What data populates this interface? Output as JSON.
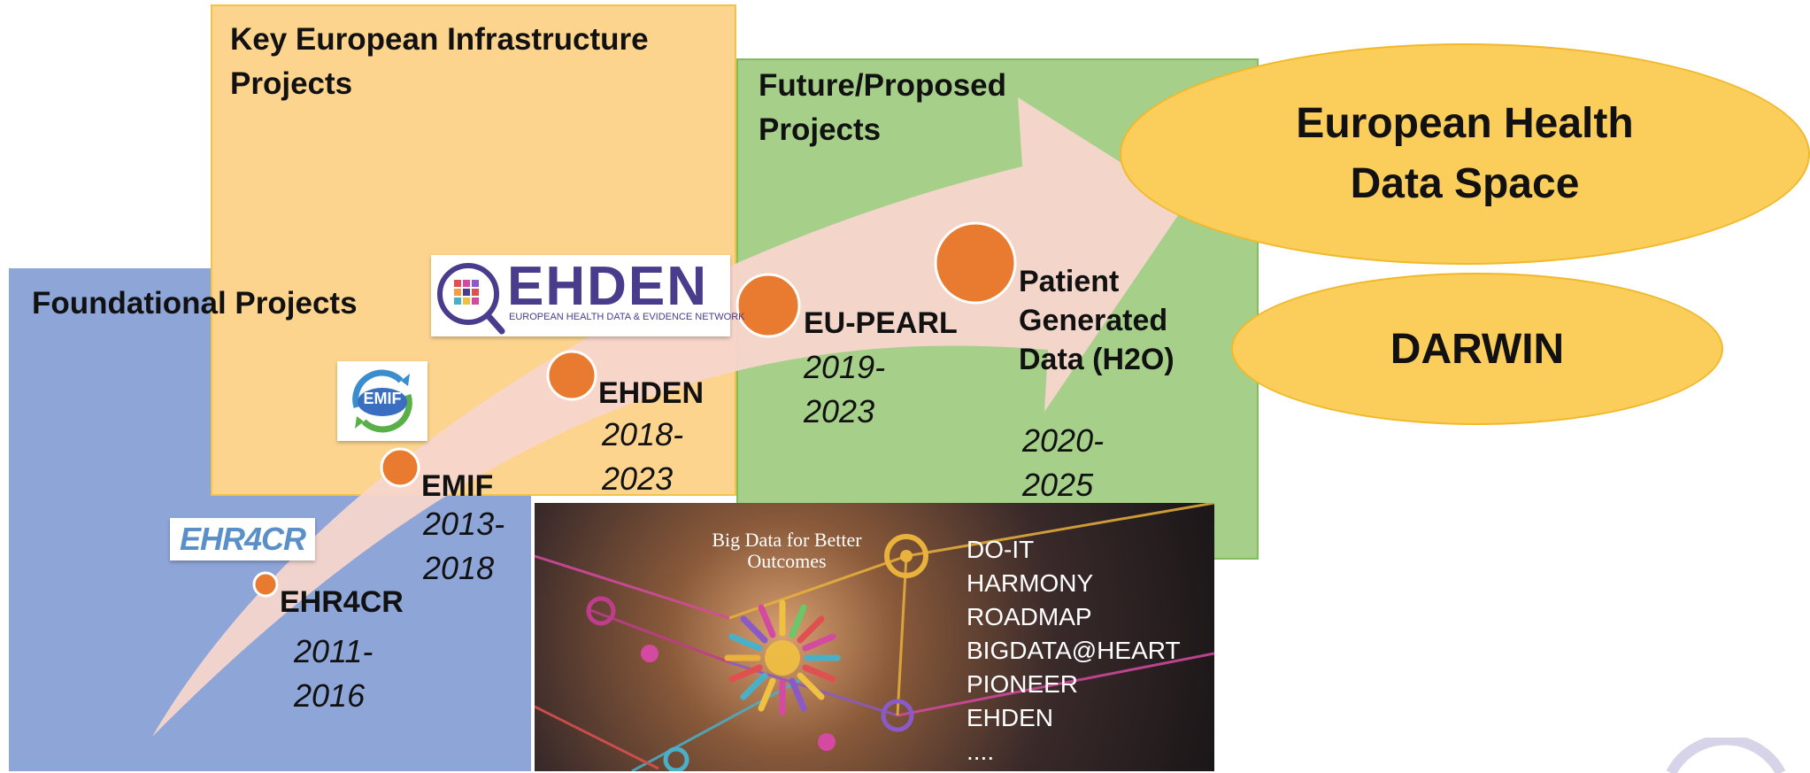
{
  "panels": {
    "foundational": "Foundational Projects",
    "infrastructure": "Key European Infrastructure Projects",
    "future": "Future/Proposed Projects"
  },
  "projects": [
    {
      "name": "EHR4CR",
      "years": "2011-2016"
    },
    {
      "name": "EMIF",
      "years": "2013-2018"
    },
    {
      "name": "EHDEN",
      "years": "2018-2023"
    },
    {
      "name": "EU-PEARL",
      "years": "2019-2023"
    },
    {
      "name": "Patient Generated Data (H2O)",
      "years": "2020-2025"
    }
  ],
  "targets": {
    "primary": "European Health Data Space",
    "secondary": "DARWIN"
  },
  "logos": {
    "ehr4cr": "EHR4CR",
    "emif": "EMIF",
    "ehden": "EHDEN",
    "ehden_tagline": "EUROPEAN HEALTH DATA & EVIDENCE NETWORK"
  },
  "big_data": {
    "heading": "Big Data for Better Outcomes",
    "projects": [
      "DO-IT",
      "HARMONY",
      "ROADMAP",
      "BIGDATA@HEART",
      "PIONEER",
      "EHDEN",
      "...."
    ]
  },
  "colors": {
    "foundational_bg": "#8ea5d8",
    "infrastructure_bg": "#fcd48e",
    "future_bg": "#a6d08a",
    "arrow": "#f7d5cc",
    "dot": "#e87b2f",
    "ellipse_fill": "#fbce5b"
  }
}
